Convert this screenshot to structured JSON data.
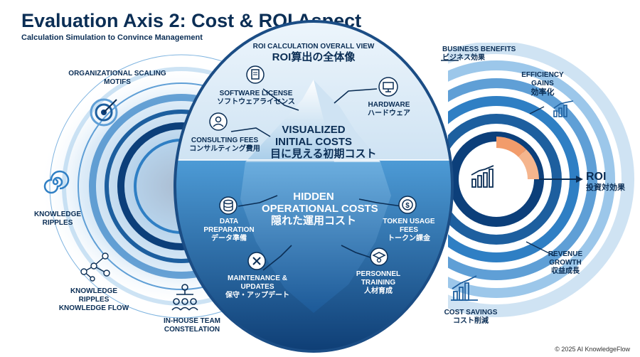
{
  "header": {
    "title": "Evaluation Axis 2: Cost & ROI Aspect",
    "subtitle": "Calculation Simulation to Convince Management"
  },
  "center": {
    "overview_en": "ROI CALCULATION OVERALL VIEW",
    "overview_jp": "ROI算出の全体像",
    "visible_en_1": "VISUALIZED",
    "visible_en_2": "INITIAL COSTS",
    "visible_jp": "目に見える初期コスト",
    "hidden_en_1": "HIDDEN",
    "hidden_en_2": "OPERATIONAL COSTS",
    "hidden_jp": "隠れた運用コスト"
  },
  "costs": [
    {
      "en": "SOFTWARE LICENSE",
      "jp": "ソフトウェアライセンス",
      "icon": "software-license-icon"
    },
    {
      "en": "HARDWARE",
      "jp": "ハードウェア",
      "icon": "monitor-icon"
    },
    {
      "en": "CONSULTING FEES",
      "jp": "コンサルティング費用",
      "icon": "consultant-icon"
    },
    {
      "en": "DATA PREPARATION",
      "jp": "データ準備",
      "icon": "database-icon"
    },
    {
      "en": "TOKEN USAGE FEES",
      "jp": "トークン課金",
      "icon": "coin-icon"
    },
    {
      "en": "MAINTENANCE & UPDATES",
      "jp": "保守・アップデート",
      "icon": "wrench-icon"
    },
    {
      "en": "PERSONNEL TRAINING",
      "jp": "人材育成",
      "icon": "graduate-icon"
    }
  ],
  "left": [
    {
      "en": "ORGANIZATIONAL SCALING MOTIFS",
      "icon": "target-icon"
    },
    {
      "en": "KNOWLEDGE RIPPLES",
      "icon": "spiral-icon"
    },
    {
      "en": "KNOWLEDGE RIPPLES KNOWLEDGE FLOW",
      "icon": "network-icon"
    },
    {
      "en": "IN-HOUSE TEAM CONSTELATION",
      "icon": "team-icon"
    }
  ],
  "right": {
    "benefits_en": "BUSINESS BENEFITS",
    "benefits_jp": "ビジネス効果",
    "efficiency_en": "EFFICIENCY GAINS",
    "efficiency_jp": "効率化",
    "roi_en": "ROI",
    "roi_jp": "投資対効果",
    "revenue_en": "REVENUE GROWTH",
    "revenue_jp": "収益成長",
    "savings_en": "COST SAVINGS",
    "savings_jp": "コスト削減"
  },
  "footer": {
    "copyright": "© 2025 AI KnowledgeFlow"
  },
  "colors": {
    "navy": "#0b2e55",
    "water": "#1f6fb2",
    "sky": "#dcebf7",
    "accent": "#f29c6b"
  }
}
